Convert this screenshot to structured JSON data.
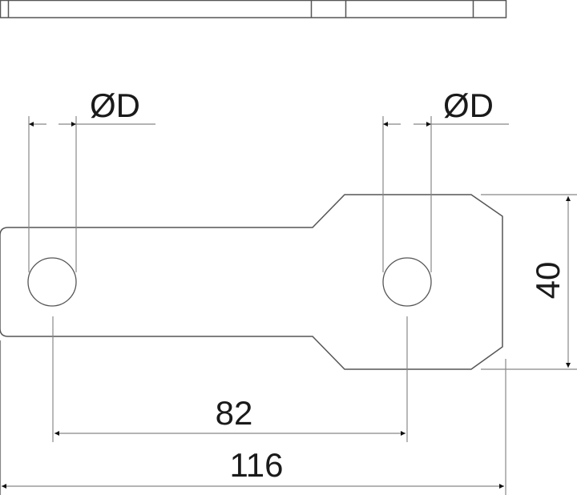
{
  "drawing": {
    "hole_left_label": "ØD",
    "hole_right_label": "ØD",
    "height_dim": "40",
    "hole_spacing_dim": "82",
    "overall_length_dim": "116"
  },
  "colors": {
    "outline": "#555555",
    "dim_line": "#888888",
    "text": "#1a1a1a"
  }
}
